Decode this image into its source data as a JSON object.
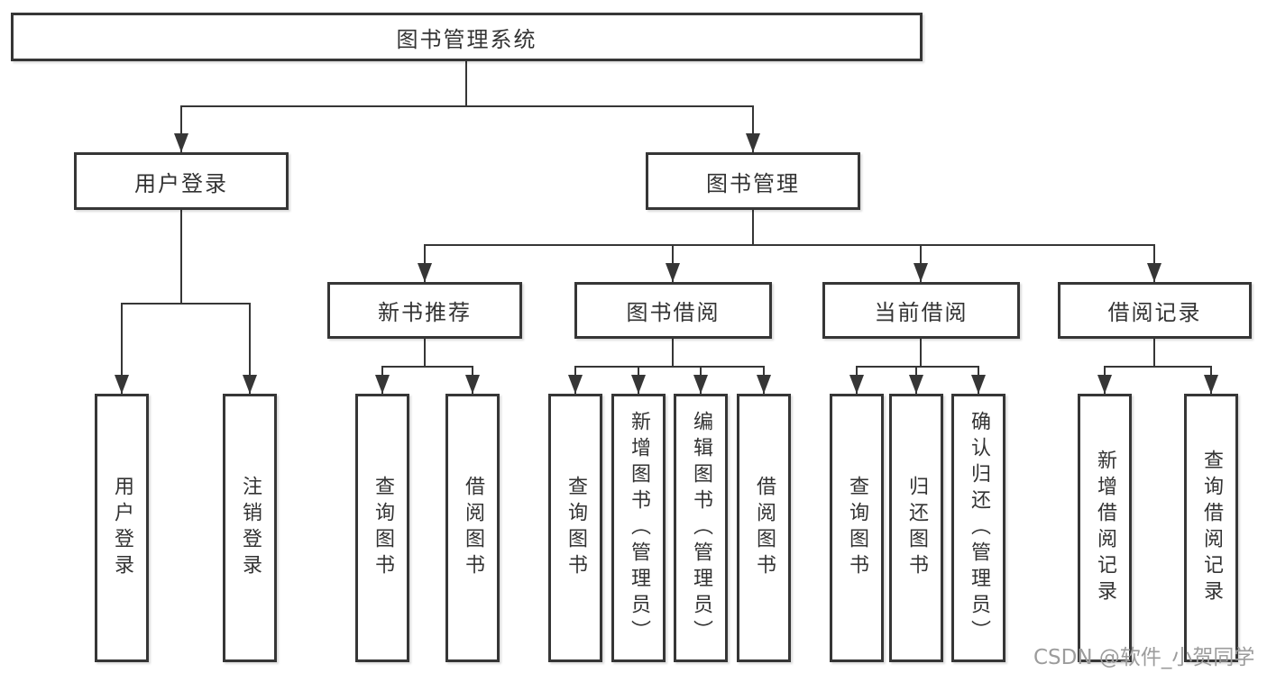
{
  "diagram": {
    "type": "tree",
    "root": {
      "label": "图书管理系统",
      "children": [
        {
          "label": "用户登录",
          "children": [
            {
              "label": "用户登录"
            },
            {
              "label": "注销登录"
            }
          ]
        },
        {
          "label": "图书管理",
          "children": [
            {
              "label": "新书推荐",
              "children": [
                {
                  "label": "查询图书"
                },
                {
                  "label": "借阅图书"
                }
              ]
            },
            {
              "label": "图书借阅",
              "children": [
                {
                  "label": "查询图书"
                },
                {
                  "label": "新增图书（管理员）"
                },
                {
                  "label": "编辑图书（管理员）"
                },
                {
                  "label": "借阅图书"
                }
              ]
            },
            {
              "label": "当前借阅",
              "children": [
                {
                  "label": "查询图书"
                },
                {
                  "label": "归还图书"
                },
                {
                  "label": "确认归还（管理员）"
                }
              ]
            },
            {
              "label": "借阅记录",
              "children": [
                {
                  "label": "新增借阅记录"
                },
                {
                  "label": "查询借阅记录"
                }
              ]
            }
          ]
        }
      ]
    },
    "colors": {
      "line": "#363636",
      "text": "#333333",
      "background": "#ffffff",
      "watermark_text": "#9c9c9c"
    }
  },
  "watermark": "CSDN @软件_小贺同学"
}
